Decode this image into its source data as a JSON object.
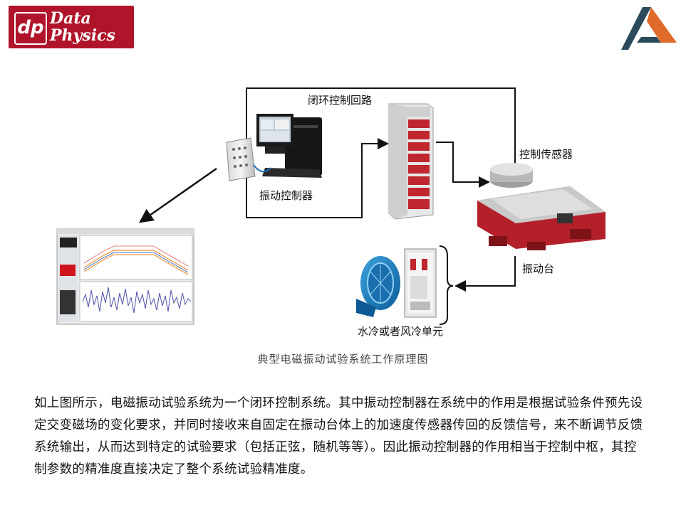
{
  "logo_left": {
    "mark": "dp",
    "line1": "Data",
    "line2": "Physics",
    "color": "#b0142a"
  },
  "logo_right": {
    "name": "triangle-logo-icon",
    "colors": [
      "#2b4a5a",
      "#e06a2a"
    ]
  },
  "diagram": {
    "labels": {
      "loop": "闭环控制回路",
      "controller": "振动控制器",
      "sensor": "控制传感器",
      "table": "振动台",
      "cooling": "水冷或者风冷单元"
    },
    "caption": "典型电磁振动试验系统工作原理图"
  },
  "paragraph": "如上图所示，电磁振动试验系统为一个闭环控制系统。其中振动控制器在系统中的作用是根据试验条件预先设定交变磁场的变化要求，并同时接收来自固定在振动台体上的加速度传感器传回的反馈信号，来不断调节反馈系统输出，从而达到特定的试验要求（包括正弦，随机等等）。因此振动控制器的作用相当于控制中枢，其控制参数的精准度直接决定了整个系统试验精准度。"
}
